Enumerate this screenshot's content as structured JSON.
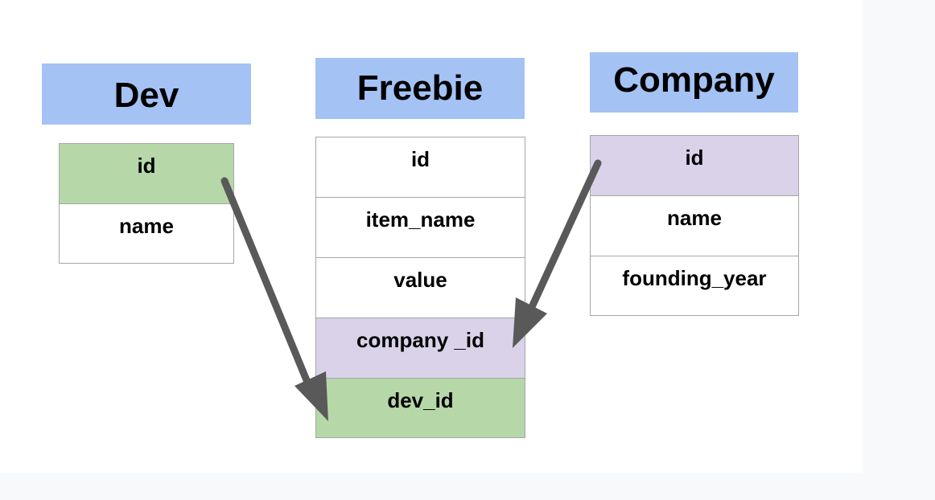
{
  "entities": {
    "dev": {
      "title": "Dev",
      "fields": [
        {
          "label": "id",
          "color": "#b6d7a8"
        },
        {
          "label": "name",
          "color": "#ffffff"
        }
      ]
    },
    "freebie": {
      "title": "Freebie",
      "fields": [
        {
          "label": "id",
          "color": "#ffffff"
        },
        {
          "label": "item_name",
          "color": "#ffffff"
        },
        {
          "label": "value",
          "color": "#ffffff"
        },
        {
          "label": "company _id",
          "color": "#d9d2e9"
        },
        {
          "label": "dev_id",
          "color": "#b6d7a8"
        }
      ]
    },
    "company": {
      "title": "Company",
      "fields": [
        {
          "label": "id",
          "color": "#d9d2e9"
        },
        {
          "label": "name",
          "color": "#ffffff"
        },
        {
          "label": "founding_year",
          "color": "#ffffff"
        }
      ]
    }
  },
  "colors": {
    "title_background": "#a4c2f4",
    "foreign_key_dev": "#b6d7a8",
    "foreign_key_company": "#d9d2e9",
    "cell_border": "#a6a6a6",
    "arrow": "#595959"
  },
  "relationships": [
    {
      "from": "dev.id",
      "to": "freebie.dev_id"
    },
    {
      "from": "company.id",
      "to": "freebie.company _id"
    }
  ]
}
